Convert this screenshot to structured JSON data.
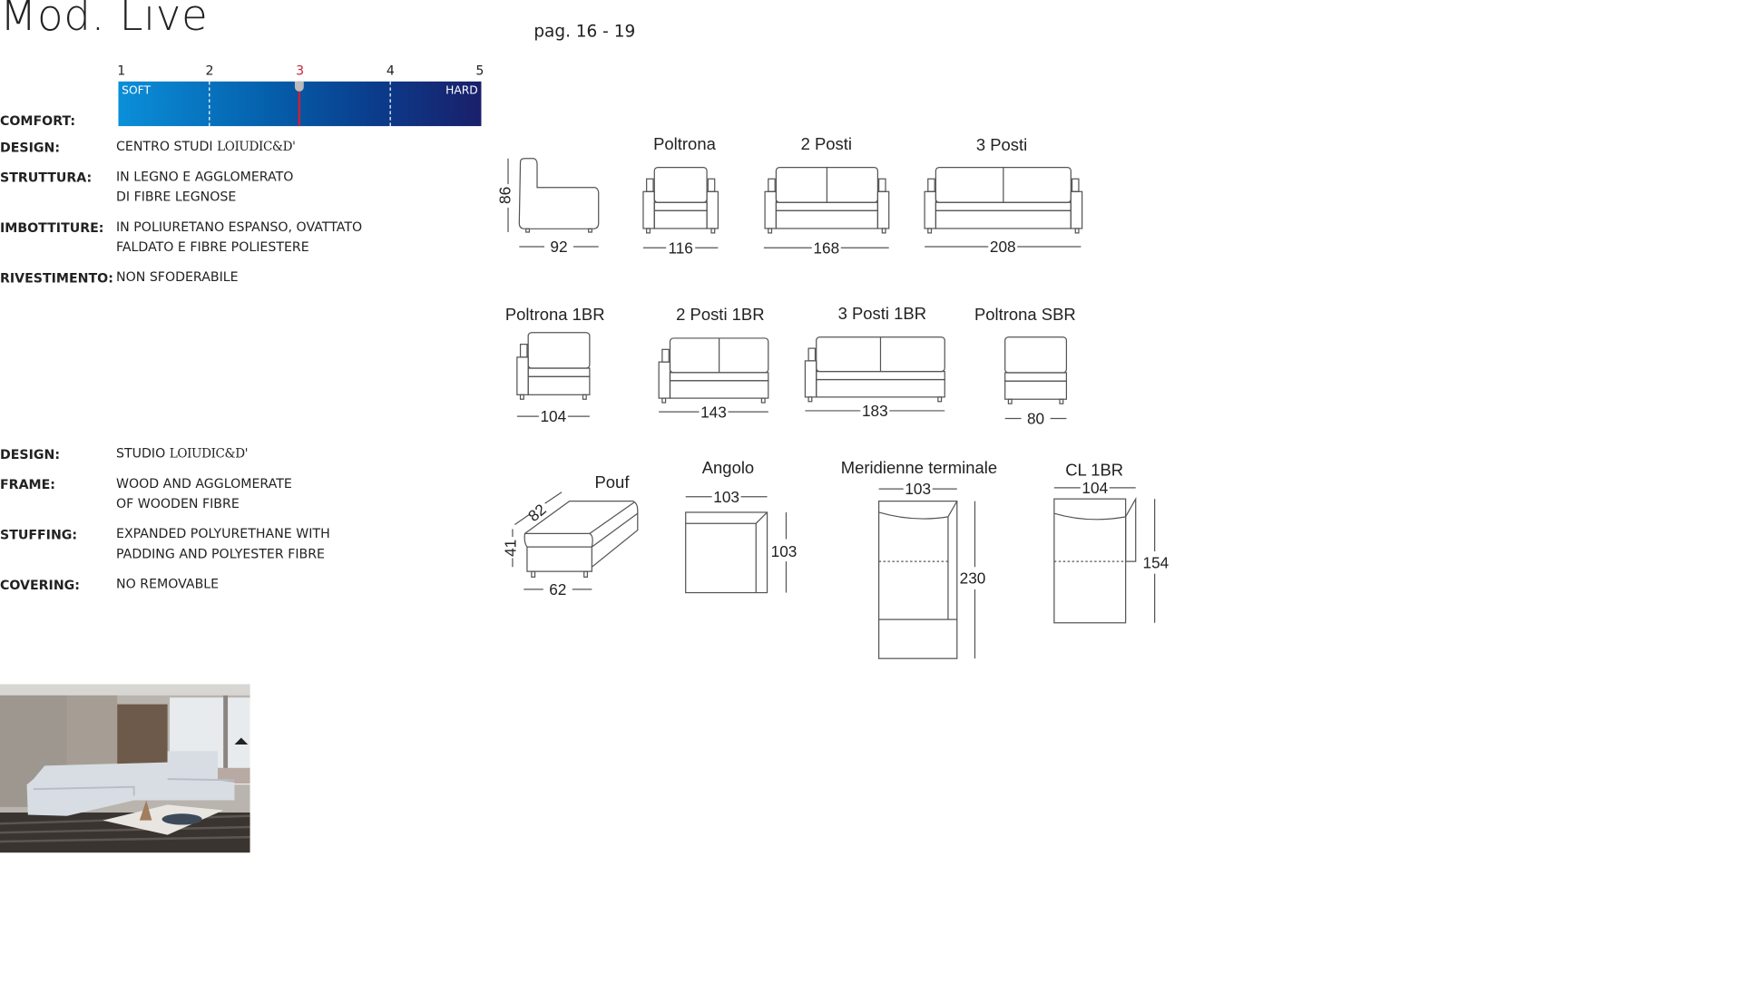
{
  "header": {
    "title": "Mod. Live",
    "pages": "pag. 16 - 19"
  },
  "comfort": {
    "label": "COMFORT:",
    "scale": [
      "1",
      "2",
      "3",
      "4",
      "5"
    ],
    "selected_level": 3,
    "soft_label": "SOFT",
    "hard_label": "HARD",
    "colors": {
      "start": "#0b8fd9",
      "end": "#1a1f6a",
      "marker": "#c8203a"
    }
  },
  "specs_it": [
    {
      "label": "DESIGN:",
      "lines": [
        "CENTRO STUDI "
      ],
      "brand": "LOIUDIC&D'"
    },
    {
      "label": "STRUTTURA:",
      "lines": [
        "IN LEGNO E AGGLOMERATO",
        "DI FIBRE LEGNOSE"
      ]
    },
    {
      "label": "IMBOTTITURE:",
      "lines": [
        "IN POLIURETANO ESPANSO, OVATTATO",
        "FALDATO E FIBRE POLIESTERE"
      ]
    },
    {
      "label": "RIVESTIMENTO:",
      "lines": [
        "NON SFODERABILE"
      ]
    }
  ],
  "specs_en": [
    {
      "label": "DESIGN:",
      "lines": [
        "STUDIO "
      ],
      "brand": "LOIUDIC&D'"
    },
    {
      "label": "FRAME:",
      "lines": [
        "WOOD AND AGGLOMERATE",
        "OF WOODEN FIBRE"
      ]
    },
    {
      "label": "STUFFING:",
      "lines": [
        "EXPANDED POLYURETHANE WITH",
        "PADDING AND POLYESTER FIBRE"
      ]
    },
    {
      "label": "COVERING:",
      "lines": [
        "NO REMOVABLE"
      ]
    }
  ],
  "elements": {
    "side": {
      "height": "86",
      "depth": "92"
    },
    "poltrona": {
      "name": "Poltrona",
      "width": "116"
    },
    "due_posti": {
      "name": "2 Posti",
      "width": "168"
    },
    "tre_posti": {
      "name": "3 Posti",
      "width": "208"
    },
    "poltrona_1br": {
      "name": "Poltrona 1BR",
      "width": "104"
    },
    "due_posti_1br": {
      "name": "2 Posti 1BR",
      "width": "143"
    },
    "tre_posti_1br": {
      "name": "3 Posti 1BR",
      "width": "183"
    },
    "poltrona_sbr": {
      "name": "Poltrona SBR",
      "width": "80"
    },
    "pouf": {
      "name": "Pouf",
      "depth": "82",
      "height": "41",
      "width": "62"
    },
    "angolo": {
      "name": "Angolo",
      "width": "103",
      "depth": "103"
    },
    "meridienne": {
      "name": "Meridienne terminale",
      "width": "103",
      "depth": "230"
    },
    "cl_1br": {
      "name": "CL 1BR",
      "width": "104",
      "depth": "154"
    }
  }
}
